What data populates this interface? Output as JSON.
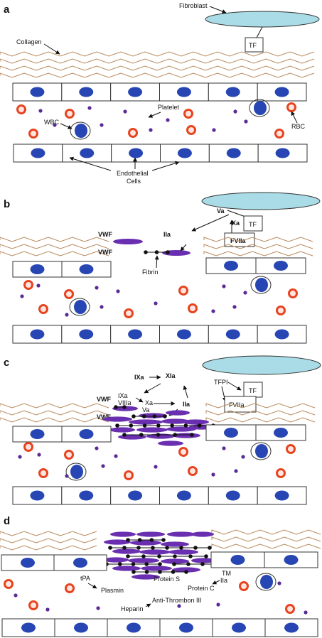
{
  "panels": {
    "a": {
      "letter": "a",
      "fibroblast": "Fibroblast",
      "tf": "TF",
      "collagen": "Collagen",
      "platelet": "Platelet",
      "wbc": "WBC",
      "rbc": "RBC",
      "endothelial_1": "Endothelial",
      "endothelial_2": "Cells"
    },
    "b": {
      "letter": "b",
      "va": "Va",
      "xa": "Xa",
      "tf": "TF",
      "fviia": "FVIIa",
      "vwf_1": "VWF",
      "vwf_2": "VWF",
      "iia": "IIa",
      "fibrin": "Fibrin"
    },
    "c": {
      "letter": "c",
      "ixa": "IXa",
      "xia": "XIa",
      "tfpi": "TFPI",
      "tf": "TF",
      "fviia": "FVIIa",
      "vwf_1": "VWF",
      "vwf_2": "VWF",
      "ixa_small": "IXa",
      "viiia": "VIIIa",
      "xa": "Xa",
      "va": "Va",
      "iia": "IIa"
    },
    "d": {
      "letter": "d",
      "tpa": "tPA",
      "plasmin": "Plasmin",
      "protein_s": "Protein S",
      "tm": "TM",
      "iia": "IIa",
      "protein_c": "Protein C",
      "heparin": "Heparin",
      "antithrombin": "Anti-Thrombon III"
    }
  },
  "colors": {
    "fibroblast_fill": "#a9dce6",
    "nucleus": "#2746b4",
    "rbc_ring": "#e8431f",
    "platelet": "#5a2a96",
    "vwf_fill": "#6a2fb0",
    "collagen": "#b8895c",
    "fibrin": "#111111"
  }
}
